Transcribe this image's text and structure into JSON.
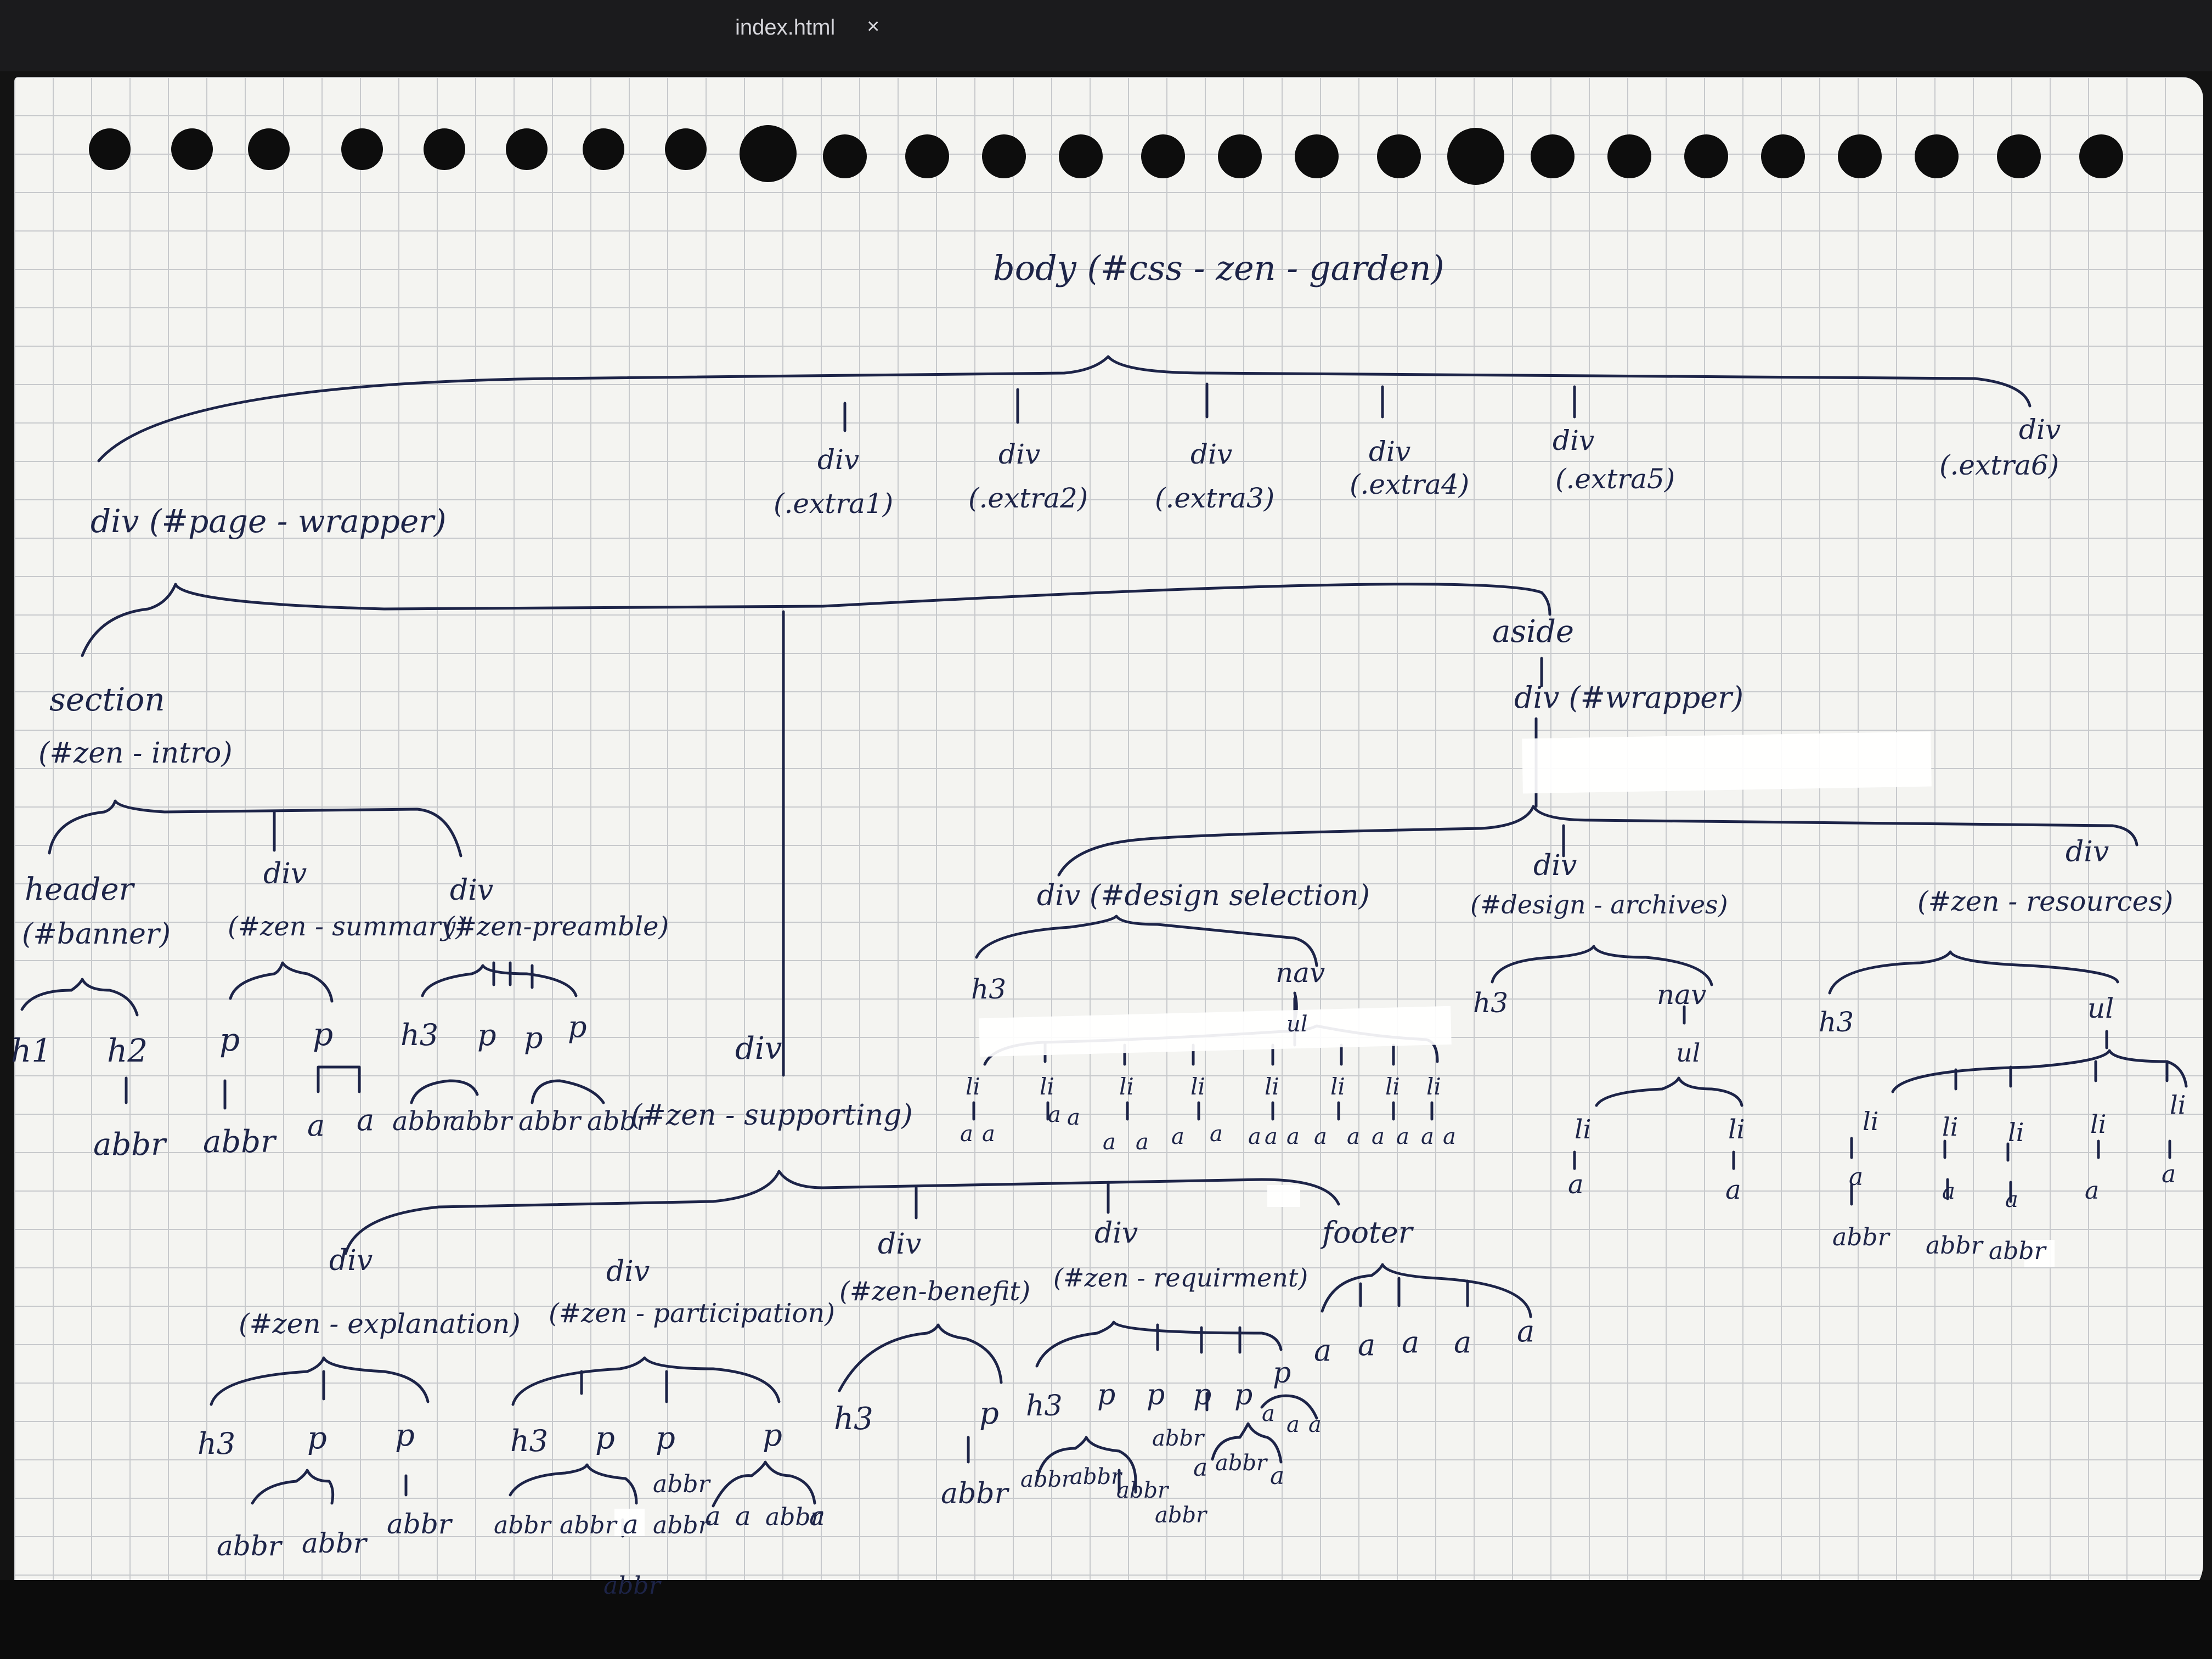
{
  "window": {
    "tab_title": "index.html",
    "tab_close": "×"
  },
  "tree": {
    "root": "body (#css - zen - garden)",
    "top_divs": {
      "page_wrapper": "div (#page - wrapper)",
      "extra1_tag": "div",
      "extra1_id": "(.extra1)",
      "extra2_tag": "div",
      "extra2_id": "(.extra2)",
      "extra3_tag": "div",
      "extra3_id": "(.extra3)",
      "extra4_tag": "div",
      "extra4_id": "(.extra4)",
      "extra5_tag": "div",
      "extra5_id": "(.extra5)",
      "extra6_tag": "div",
      "extra6_id": "(.extra6)"
    },
    "intro": {
      "section_tag": "section",
      "section_id": "(#zen - intro)",
      "header_tag": "header",
      "header_id": "(#banner)",
      "summary_tag": "div",
      "summary_id": "(#zen - summary)",
      "preamble_tag": "div",
      "preamble_id": "(#zen-preamble)",
      "h1": "h1",
      "h2": "h2",
      "abbr_h2": "abbr",
      "p1": "p",
      "p2": "p",
      "abbr_p1": "abbr",
      "a1": "a",
      "a2": "a",
      "h3": "h3",
      "p3": "p",
      "p4": "p",
      "p5": "p",
      "abbr_a": "abbr",
      "abbr_b": "abbr",
      "abbr_c": "abbr",
      "abbr_d": "abbr"
    },
    "supporting": {
      "tag": "div",
      "id": "(#zen - supporting)",
      "explanation_tag": "div",
      "explanation_id": "(#zen - explanation)",
      "participation_tag": "div",
      "participation_id": "(#zen - participation)",
      "benefit_tag": "div",
      "benefit_id": "(#zen-benefit)",
      "requirement_tag": "div",
      "requirement_id": "(#zen - requirment)",
      "footer": "footer",
      "expl_h3": "h3",
      "expl_p1": "p",
      "expl_p2": "p",
      "expl_abbr1": "abbr",
      "expl_abbr2": "abbr",
      "expl_abbr3": "abbr",
      "part_h3": "h3",
      "part_p1": "p",
      "part_p2": "p",
      "part_p3": "p",
      "part_abbr1": "abbr",
      "part_abbr2": "abbr",
      "part_a1": "a",
      "part_abbr3": "abbr",
      "part_abbr4": "abbr",
      "part_abbr5": "abbr",
      "part_a2": "a",
      "part_a3": "a",
      "part_abbr6": "abbr",
      "part_a4": "a",
      "ben_h3": "h3",
      "ben_p": "p",
      "ben_abbr": "abbr",
      "req_h3": "h3",
      "req_p1": "p",
      "req_p2": "p",
      "req_p3": "p",
      "req_p4": "p",
      "req_p5": "p",
      "req_abbr1": "abbr",
      "req_abbr2": "abbr",
      "req_abbr3": "abbr",
      "req_abbr4": "abbr",
      "req_abbr5": "abbr",
      "req_a1": "a",
      "req_abbr6": "abbr",
      "req_a2": "a",
      "req_a3": "a",
      "req_a4": "a",
      "req_a5": "a",
      "footer_a1": "a",
      "footer_a2": "a",
      "footer_a3": "a",
      "footer_a4": "a",
      "footer_a5": "a"
    },
    "sidebar": {
      "aside": "aside",
      "wrapper": "div (#wrapper)",
      "design_selection": "div (#design selection)",
      "design_archives_tag": "div",
      "design_archives_id": "(#design - archives)",
      "resources_tag": "div",
      "resources_id": "(#zen - resources)",
      "ds_h3": "h3",
      "ds_nav": "nav",
      "ds_ul": "ul",
      "ds_li": "li",
      "ds_a": "a",
      "da_h3": "h3",
      "da_nav": "nav",
      "da_ul": "ul",
      "da_li1": "li",
      "da_li2": "li",
      "da_a1": "a",
      "da_a2": "a",
      "zr_h3": "h3",
      "zr_ul": "ul",
      "zr_li": "li",
      "zr_a": "a",
      "zr_abbr": "abbr"
    }
  }
}
